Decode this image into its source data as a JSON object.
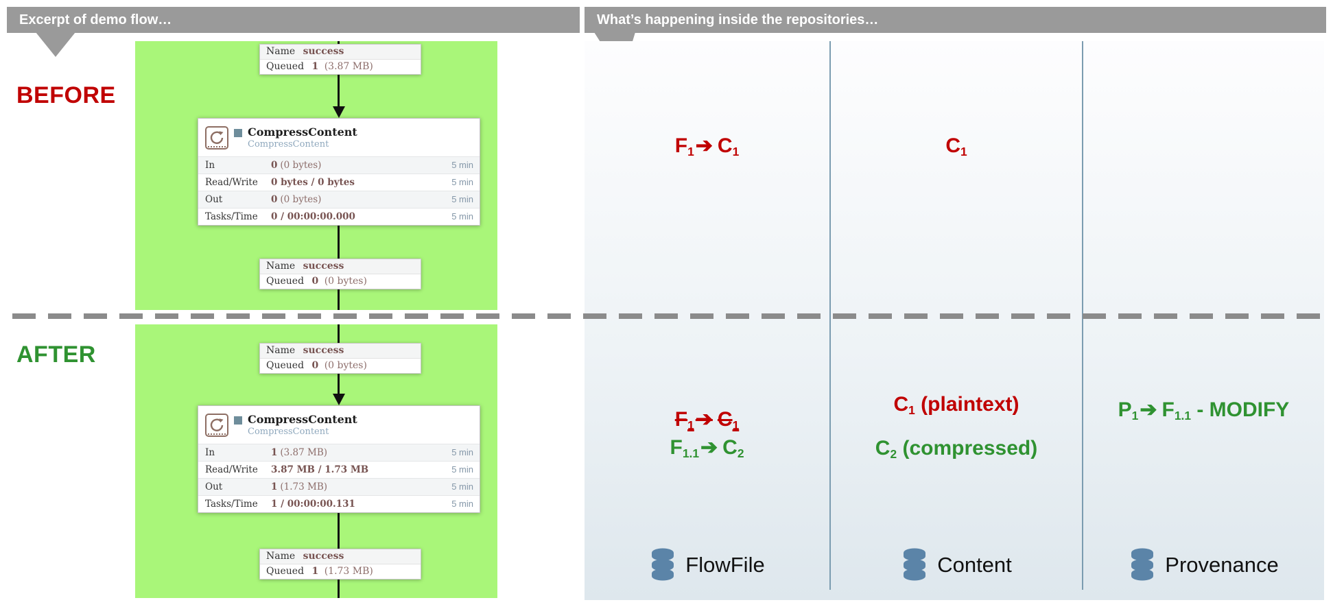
{
  "headers": {
    "left": {
      "label": "Excerpt of demo flow…"
    },
    "right": {
      "label": "What’s happening inside the repositories…"
    }
  },
  "sections": {
    "before": "BEFORE",
    "after": "AFTER"
  },
  "flow": {
    "before": {
      "queue_top": {
        "name_label": "Name",
        "name_value": "success",
        "queued_label": "Queued",
        "queued_strong": "1",
        "queued_rest": "(3.87 MB)"
      },
      "processor": {
        "title": "CompressContent",
        "subtitle": "CompressContent",
        "rows": [
          {
            "label": "In",
            "strong": "0",
            "rest": "(0 bytes)",
            "window": "5 min"
          },
          {
            "label": "Read/Write",
            "strong": "0 bytes / 0 bytes",
            "rest": "",
            "window": "5 min"
          },
          {
            "label": "Out",
            "strong": "0",
            "rest": "(0 bytes)",
            "window": "5 min"
          },
          {
            "label": "Tasks/Time",
            "strong": "0 / 00:00:00.000",
            "rest": "",
            "window": "5 min"
          }
        ]
      },
      "queue_bottom": {
        "name_label": "Name",
        "name_value": "success",
        "queued_label": "Queued",
        "queued_strong": "0",
        "queued_rest": "(0 bytes)"
      }
    },
    "after": {
      "queue_top": {
        "name_label": "Name",
        "name_value": "success",
        "queued_label": "Queued",
        "queued_strong": "0",
        "queued_rest": "(0 bytes)"
      },
      "processor": {
        "title": "CompressContent",
        "subtitle": "CompressContent",
        "rows": [
          {
            "label": "In",
            "strong": "1",
            "rest": "(3.87 MB)",
            "window": "5 min"
          },
          {
            "label": "Read/Write",
            "strong": "3.87 MB / 1.73 MB",
            "rest": "",
            "window": "5 min"
          },
          {
            "label": "Out",
            "strong": "1",
            "rest": "(1.73 MB)",
            "window": "5 min"
          },
          {
            "label": "Tasks/Time",
            "strong": "1 / 00:00:00.131",
            "rest": "",
            "window": "5 min"
          }
        ]
      },
      "queue_bottom": {
        "name_label": "Name",
        "name_value": "success",
        "queued_label": "Queued",
        "queued_strong": "1",
        "queued_rest": "(1.73 MB)"
      }
    }
  },
  "repos": {
    "before": {
      "flowfile": {
        "a": "F",
        "a_sub": "1",
        "arrow": "➔",
        "b": "C",
        "b_sub": "1"
      },
      "content": {
        "a": "C",
        "a_sub": "1",
        "rest": ""
      }
    },
    "after": {
      "flowfile_old": {
        "a": "F",
        "a_sub": "1",
        "arrow": "➔",
        "b": "C",
        "b_sub": "1"
      },
      "flowfile_new": {
        "a": "F",
        "a_sub": "1.1",
        "arrow": "➔",
        "b": "C",
        "b_sub": "2"
      },
      "content_old": {
        "a": "C",
        "a_sub": "1",
        "rest": " (plaintext)"
      },
      "content_new": {
        "a": "C",
        "a_sub": "2",
        "rest": " (compressed)"
      },
      "provenance": {
        "a": "P",
        "a_sub": "1",
        "arrow": "➔",
        "b": "F",
        "b_sub": "1.1",
        "rest": " - MODIFY"
      }
    },
    "databases": [
      {
        "label": "FlowFile"
      },
      {
        "label": "Content"
      },
      {
        "label": "Provenance"
      }
    ]
  },
  "colors": {
    "red": "#c00000",
    "green": "#2f9231",
    "panel_green": "#a9f679",
    "bar_gray": "#9a9a9a",
    "divider_blue": "#7b9cb0",
    "stat_maroon": "#775351",
    "window_blue": "#8497a8",
    "db_icon_blue": "#5b84a8"
  }
}
